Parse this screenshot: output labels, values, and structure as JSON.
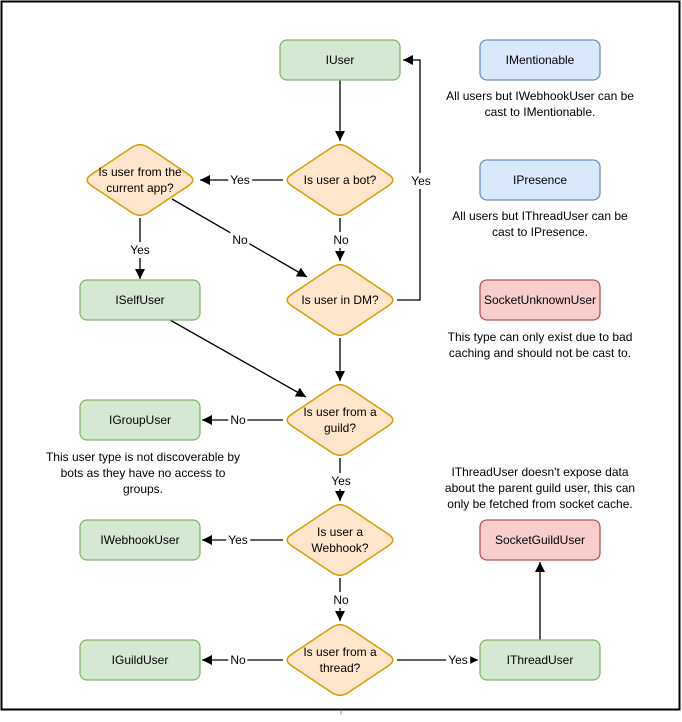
{
  "colors": {
    "background": "#ffffff",
    "frame_border": "#000000",
    "edge_line": "#000000",
    "text": "#000000",
    "green_fill": "#d5e8d4",
    "green_stroke": "#82b366",
    "orange_fill": "#ffe6cc",
    "orange_stroke": "#d79b00",
    "blue_fill": "#dae8fc",
    "blue_stroke": "#6c8ebf",
    "red_fill": "#f8cecc",
    "red_stroke": "#b85450"
  },
  "nodes": {
    "iuser": {
      "label": "IUser"
    },
    "imentionable": {
      "label": "IMentionable"
    },
    "ipresence": {
      "label": "IPresence"
    },
    "socketunknownuser": {
      "label": "SocketUnknownUser"
    },
    "iselfuser": {
      "label": "ISelfUser"
    },
    "igroupuser": {
      "label": "IGroupUser"
    },
    "iwebhookuser": {
      "label": "IWebhookUser"
    },
    "iguilduser": {
      "label": "IGuildUser"
    },
    "socketguilduser": {
      "label": "SocketGuildUser"
    },
    "ithreaduser": {
      "label": "IThreadUser"
    }
  },
  "decisions": {
    "current_app": {
      "lines": [
        "Is user from the",
        "current app?"
      ]
    },
    "bot": {
      "lines": [
        "Is user a bot?"
      ]
    },
    "dm": {
      "lines": [
        "Is user in DM?"
      ]
    },
    "guild": {
      "lines": [
        "Is user from a",
        "guild?"
      ]
    },
    "webhook": {
      "lines": [
        "Is user a",
        "Webhook?"
      ]
    },
    "thread": {
      "lines": [
        "Is user from a",
        "thread?"
      ]
    }
  },
  "edge_labels": {
    "bot_yes": "Yes",
    "bot_no": "No",
    "app_yes": "Yes",
    "app_no": "No",
    "dm_yes": "Yes",
    "guild_no": "No",
    "guild_yes": "Yes",
    "webhook_yes": "Yes",
    "webhook_no": "No",
    "thread_no": "No",
    "thread_yes": "Yes"
  },
  "annotations": {
    "imentionable": {
      "lines": [
        "All users but IWebhookUser can be",
        "cast to IMentionable."
      ]
    },
    "ipresence": {
      "lines": [
        "All users but IThreadUser can be",
        "cast to IPresence."
      ]
    },
    "socketunknownuser": {
      "lines": [
        "This type can only exist due to bad",
        "caching and should not be cast to."
      ]
    },
    "igroupuser": {
      "lines": [
        "This user type is not discoverable by",
        "bots as they have no access to",
        "groups."
      ]
    },
    "socketguilduser": {
      "lines": [
        "IThreadUser doesn't expose data",
        "about the parent guild user, this can",
        "only be fetched from socket cache."
      ]
    }
  }
}
